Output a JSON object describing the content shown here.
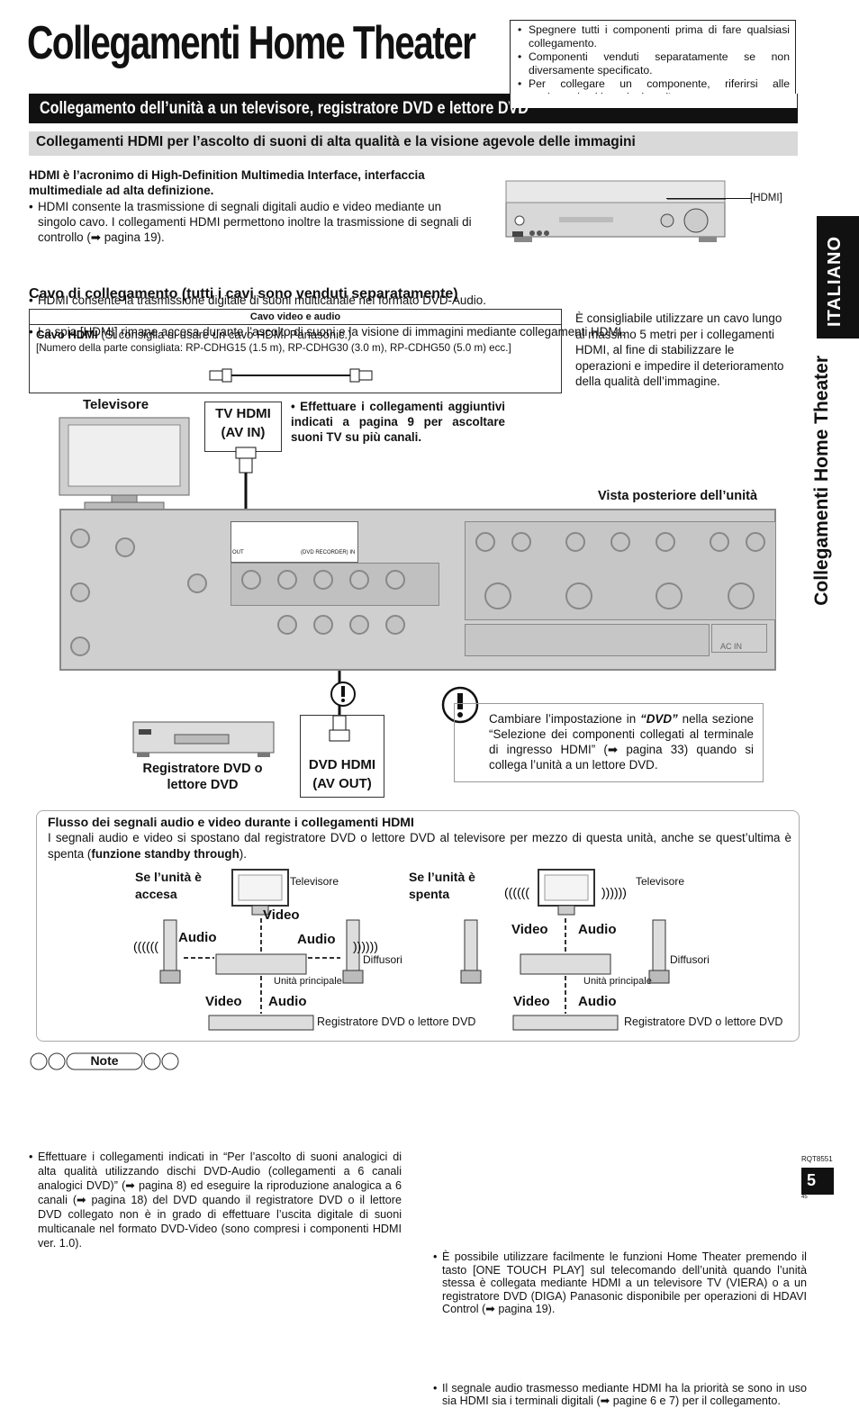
{
  "title": "Collegamenti Home Theater",
  "warnings": [
    "Spegnere tutti i componenti prima di fare qualsiasi collegamento.",
    "Componenti venduti separatamente se non diversamente specificato.",
    "Per collegare un componente, riferirsi alle corrispondenti istruzioni per l’uso."
  ],
  "section_title": "Collegamento dell’unità a un televisore, registratore DVD e lettore DVD",
  "subsection_title": "Collegamenti HDMI per l’ascolto di suoni di alta qualità e la visione agevole delle immagini",
  "hdmi_intro": "HDMI è l’acronimo di High-Definition Multimedia Interface, interfaccia multimediale ad alta definizione.",
  "bullets": [
    "HDMI consente la trasmissione di segnali digitali audio e video mediante un singolo cavo. I collegamenti HDMI permettono inoltre la trasmissione di segnali di controllo (➡ pagina 19).",
    "HDMI consente la trasmissione digitale di suoni multicanale nel formato DVD-Audio.",
    "La spia [HDMI] rimane accesa durante l’ascolto di suoni e la visione di immagini mediante collegamenti HDMI."
  ],
  "hdmi_label": "[HDMI]",
  "sidebar": {
    "language": "ITALIANO",
    "section": "Collegamenti Home Theater"
  },
  "cable_heading": "Cavo di collegamento (tutti i cavi sono venduti separatamente)",
  "cable_box": {
    "header": "Cavo video e audio",
    "cable_name": "Cavo HDMI",
    "cable_recommend": "(Si consiglia di usare un cavo HDMI Panasonic.)",
    "part_numbers": "[Numero della parte consigliata: RP-CDHG15 (1.5 m), RP-CDHG30 (3.0 m), RP-CDHG50 (5.0 m) ecc.]"
  },
  "cable_advice": "È consigliabile utilizzare un cavo lungo al massimo 5 metri per i collegamenti HDMI, al fine di stabilizzare le operazioni e impedire il deterioramento della qualità dell’immagine.",
  "diagram": {
    "tv_label": "Televisore",
    "tv_hdmi": "TV HDMI\n(AV IN)",
    "extra_note": "• Effettuare i collegamenti aggiuntivi indicati a pagina 9 per ascoltare suoni TV su più canali.",
    "rear_view": "Vista posteriore dell’unità",
    "panel_labels": [
      "OUT",
      "(DVD RECORDER) IN",
      "AC IN"
    ],
    "dvd_label": "Registratore DVD o lettore DVD",
    "dvd_hdmi": "DVD HDMI\n(AV OUT)",
    "dvd_note_pre": "Cambiare l’impostazione in ",
    "dvd_note_em": "“DVD”",
    "dvd_note_post": " nella sezione “Selezione dei componenti collegati al terminale di ingresso HDMI” (➡ pagina 33) quando si collega l’unità a un lettore DVD."
  },
  "flow": {
    "title": "Flusso dei segnali audio e video durante i collegamenti HDMI",
    "text_pre": "I segnali audio e video si spostano dal registratore DVD o lettore DVD al televisore per mezzo di questa unità, anche se quest’ultima è spenta (",
    "text_bold": "funzione standby through",
    "text_post": ").",
    "on_label": "Se l’unità è\naccesa",
    "off_label": "Se l’unità è\nspenta",
    "televisore": "Televisore",
    "diffusori": "Diffusori",
    "unita": "Unità principale",
    "dvd": "Registratore DVD o lettore DVD",
    "video": "Video",
    "audio": "Audio"
  },
  "note_label": "Note",
  "notes_left": "Effettuare i collegamenti indicati in “Per l’ascolto di suoni analogici di alta qualità utilizzando dischi DVD-Audio (collegamenti a 6 canali analogici DVD)” (➡ pagina 8) ed eseguire la riproduzione analogica a 6 canali (➡ pagina 18) del DVD quando il registratore DVD o il lettore DVD collegato non è in grado di effettuare l’uscita digitale di suoni multicanale nel formato DVD-Video (sono compresi i componenti HDMI ver. 1.0).",
  "notes_right": [
    "È possibile utilizzare facilmente le funzioni Home Theater premendo il tasto [ONE TOUCH PLAY] sul telecomando dell’unità quando l’unità stessa è collegata mediante HDMI a un televisore TV (VIERA) o a un registratore DVD (DIGA) Panasonic disponibile per operazioni di HDAVI Control (➡ pagina 19).",
    "Il segnale audio trasmesso mediante HDMI ha la priorità se sono in uso sia HDMI sia i terminali digitali (➡ pagine 6 e 7) per il collegamento."
  ],
  "model_code": "RQT8551",
  "page_number": "5",
  "small_number": "45"
}
